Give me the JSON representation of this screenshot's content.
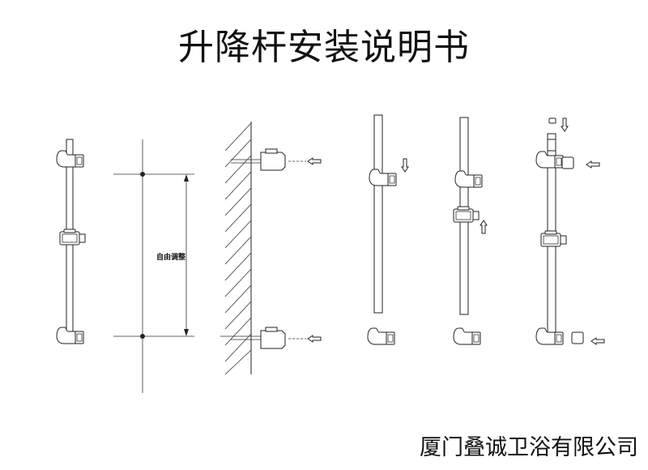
{
  "title": "升降杆安装说明书",
  "adjust_label": "自由调整",
  "company": "厦门叠诚卫浴有限公司"
}
